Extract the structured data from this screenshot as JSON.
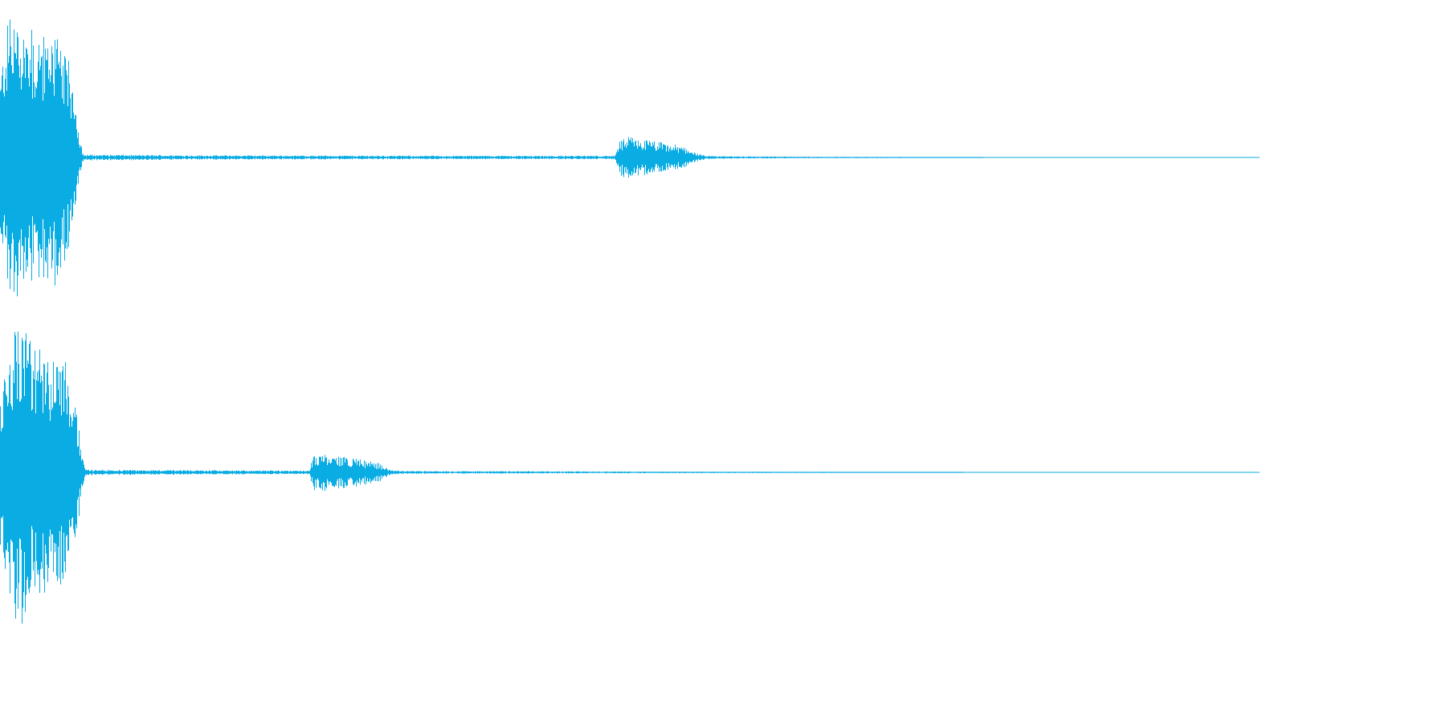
{
  "colors": {
    "waveform": "#0aace4",
    "background": "#ffffff"
  },
  "chart_data": {
    "type": "line",
    "x_unit": "normalized-time",
    "xlim": [
      0,
      1
    ],
    "ylim": [
      -1,
      1
    ],
    "grid": false,
    "legend": "none",
    "series": [
      {
        "envelope": [
          {
            "x": 0.0,
            "amp": 0.55
          },
          {
            "x": 0.004,
            "amp": 0.85
          },
          {
            "x": 0.012,
            "amp": 1.0
          },
          {
            "x": 0.02,
            "amp": 0.9
          },
          {
            "x": 0.03,
            "amp": 0.82
          },
          {
            "x": 0.042,
            "amp": 0.87
          },
          {
            "x": 0.05,
            "amp": 0.7
          },
          {
            "x": 0.058,
            "amp": 0.55
          },
          {
            "x": 0.063,
            "amp": 0.12
          },
          {
            "x": 0.066,
            "amp": 0.02
          },
          {
            "x": 0.15,
            "amp": 0.015
          },
          {
            "x": 0.35,
            "amp": 0.012
          },
          {
            "x": 0.488,
            "amp": 0.012
          },
          {
            "x": 0.492,
            "amp": 0.12
          },
          {
            "x": 0.5,
            "amp": 0.14
          },
          {
            "x": 0.52,
            "amp": 0.11
          },
          {
            "x": 0.545,
            "amp": 0.07
          },
          {
            "x": 0.552,
            "amp": 0.03
          },
          {
            "x": 0.56,
            "amp": 0.01
          },
          {
            "x": 0.62,
            "amp": 0.006
          },
          {
            "x": 0.7,
            "amp": 0.004
          },
          {
            "x": 0.77,
            "amp": 0.002
          },
          {
            "x": 0.78,
            "amp": 0.0
          },
          {
            "x": 1.0,
            "amp": 0.0
          }
        ]
      },
      {
        "envelope": [
          {
            "x": 0.0,
            "amp": 0.5
          },
          {
            "x": 0.006,
            "amp": 0.88
          },
          {
            "x": 0.014,
            "amp": 1.0
          },
          {
            "x": 0.024,
            "amp": 0.88
          },
          {
            "x": 0.034,
            "amp": 0.8
          },
          {
            "x": 0.045,
            "amp": 0.86
          },
          {
            "x": 0.054,
            "amp": 0.66
          },
          {
            "x": 0.06,
            "amp": 0.5
          },
          {
            "x": 0.065,
            "amp": 0.1
          },
          {
            "x": 0.068,
            "amp": 0.02
          },
          {
            "x": 0.15,
            "amp": 0.015
          },
          {
            "x": 0.245,
            "amp": 0.012
          },
          {
            "x": 0.249,
            "amp": 0.12
          },
          {
            "x": 0.258,
            "amp": 0.13
          },
          {
            "x": 0.28,
            "amp": 0.1
          },
          {
            "x": 0.302,
            "amp": 0.06
          },
          {
            "x": 0.308,
            "amp": 0.02
          },
          {
            "x": 0.32,
            "amp": 0.01
          },
          {
            "x": 0.5,
            "amp": 0.006
          },
          {
            "x": 0.65,
            "amp": 0.004
          },
          {
            "x": 0.758,
            "amp": 0.002
          },
          {
            "x": 0.765,
            "amp": 0.0
          },
          {
            "x": 1.0,
            "amp": 0.0
          }
        ]
      }
    ]
  }
}
